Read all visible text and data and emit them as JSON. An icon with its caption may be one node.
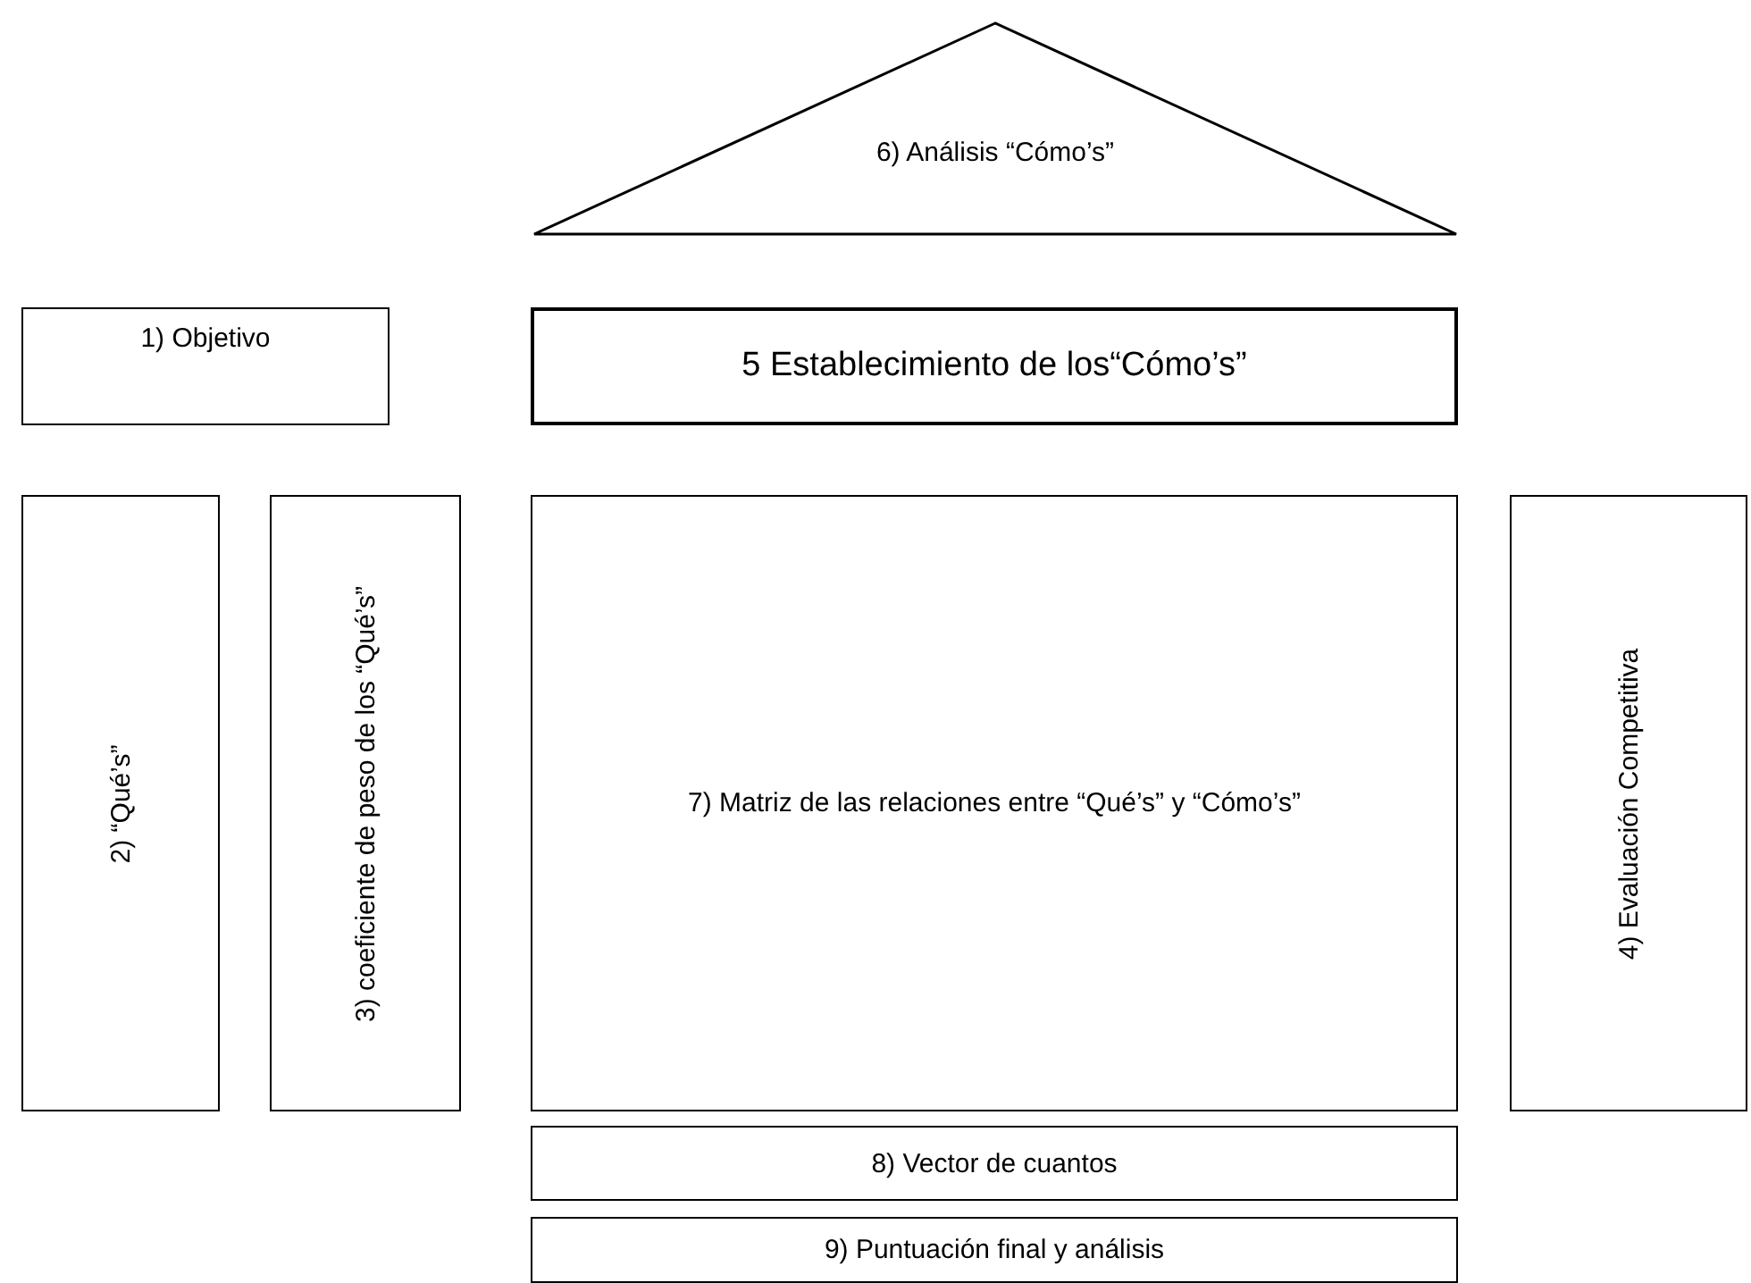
{
  "diagram": {
    "nodes": [
      {
        "text": [
          "6) Análisis “Cómo’s”"
        ]
      },
      {
        "text": [
          "1) Objetivo"
        ]
      },
      {
        "text": [
          "5 Establecimiento de los“Cómo’s”"
        ]
      },
      {
        "text": [
          "2) “Qué’s”"
        ]
      },
      {
        "text": [
          "3) coeficiente de peso de los “Qué’s”"
        ]
      },
      {
        "text": [
          "7) Matriz de las relaciones entre “Qué’s” y “Cómo’s”"
        ]
      },
      {
        "text": [
          "4) Evaluación Competitiva"
        ]
      },
      {
        "text": [
          "8) Vector de cuantos"
        ]
      },
      {
        "text": [
          "9) Puntuación final y análisis"
        ]
      }
    ],
    "edges": []
  }
}
